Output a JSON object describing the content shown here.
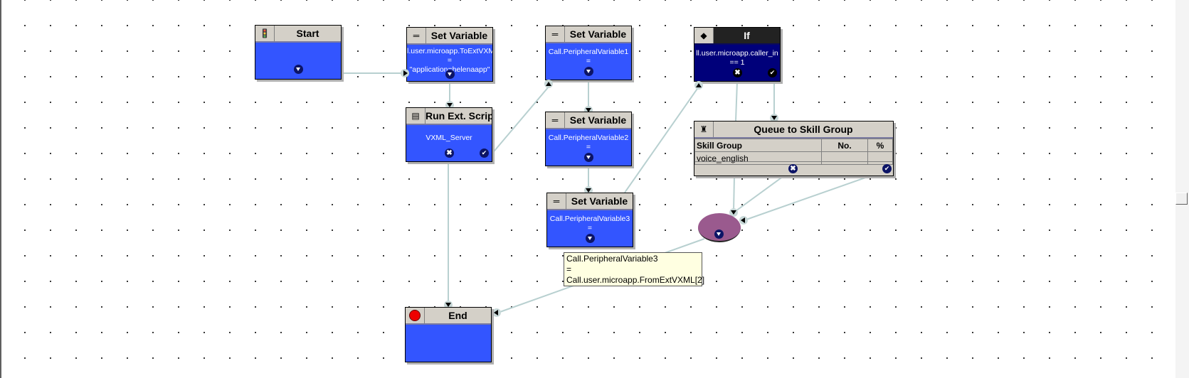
{
  "canvas": {
    "grid": "dotted"
  },
  "nodes": {
    "start": {
      "title": "Start",
      "icon": "traffic-light-icon",
      "lines": []
    },
    "set_var_1": {
      "title": "Set Variable",
      "icon": "equals-icon",
      "lines": [
        "l.user.microapp.ToExtVXM",
        "=",
        "\"application=helenaapp\""
      ]
    },
    "set_var_pv1": {
      "title": "Set Variable",
      "icon": "equals-icon",
      "lines": [
        "Call.PeripheralVariable1",
        "="
      ]
    },
    "if": {
      "title": "If",
      "icon": "diamond-icon",
      "lines": [
        "ll.user.microapp.caller_in",
        "== 1"
      ]
    },
    "run_ext_script": {
      "title": "Run Ext. Script",
      "icon": "script-icon",
      "lines": [
        "VXML_Server"
      ]
    },
    "set_var_pv2": {
      "title": "Set Variable",
      "icon": "equals-icon",
      "lines": [
        "Call.PeripheralVariable2",
        "="
      ]
    },
    "queue": {
      "title": "Queue to Skill Group",
      "icon": "queue-icon",
      "columns": [
        "Skill Group",
        "No.",
        "%"
      ],
      "rows": [
        [
          "voice_english",
          "",
          ""
        ]
      ]
    },
    "set_var_pv3": {
      "title": "Set Variable",
      "icon": "equals-icon",
      "lines": [
        "Call.PeripheralVariable3",
        "="
      ]
    },
    "end": {
      "title": "End",
      "icon": "stop-icon",
      "lines": []
    }
  },
  "tooltip": {
    "lines": [
      "Call.PeripheralVariable3",
      "=",
      "Call.user.microapp.FromExtVXML[2]"
    ]
  },
  "colors": {
    "node_body": "#3355ff",
    "if_body": "#00007a",
    "header": "#d4d0c8",
    "connector": "#b8d0d0",
    "ellipse": "#9a5a8e",
    "tooltip": "#ffffe1"
  }
}
